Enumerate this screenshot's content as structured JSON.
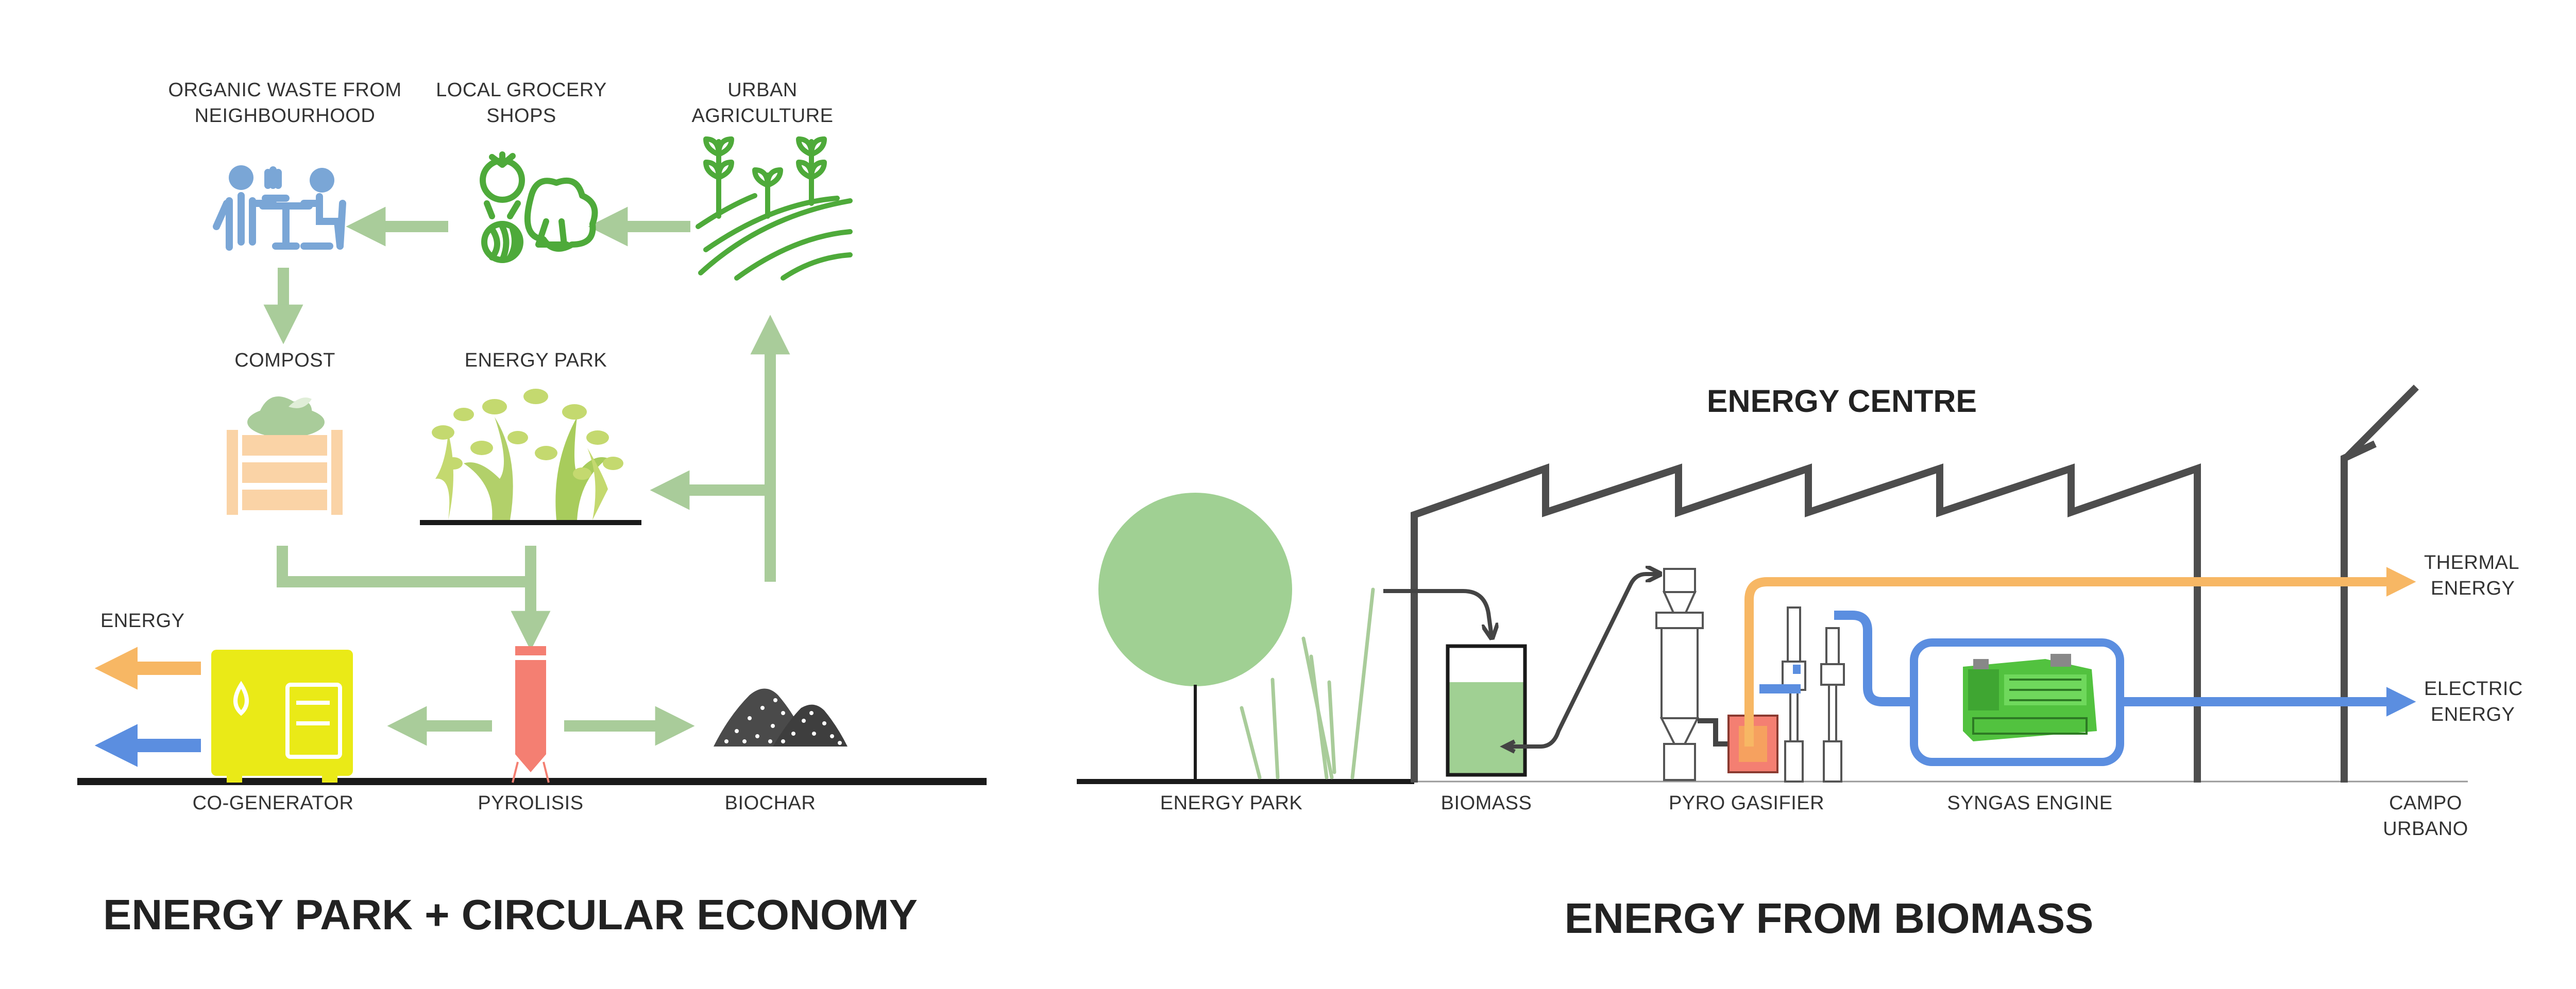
{
  "left_panel": {
    "title": "ENERGY PARK + CIRCULAR ECONOMY",
    "nodes": {
      "organic_waste": [
        "ORGANIC WASTE FROM",
        "NEIGHBOURHOOD"
      ],
      "grocery": [
        "LOCAL GROCERY",
        "SHOPS"
      ],
      "urban_agriculture": [
        "URBAN",
        "AGRICULTURE"
      ],
      "compost": "COMPOST",
      "energy_park": "ENERGY PARK",
      "energy": "ENERGY",
      "co_generator": "CO-GENERATOR",
      "pyrolisis": "PYROLISIS",
      "biochar": "BIOCHAR"
    }
  },
  "right_panel": {
    "title": "ENERGY FROM BIOMASS",
    "building_title": "ENERGY CENTRE",
    "labels": {
      "energy_park": "ENERGY PARK",
      "biomass": "BIOMASS",
      "pyro_gasifier": "PYRO GASIFIER",
      "syngas_engine": "SYNGAS ENGINE",
      "campo_urbano": [
        "CAMPO",
        "URBANO"
      ],
      "thermal_energy": [
        "THERMAL",
        "ENERGY"
      ],
      "electric_energy": [
        "ELECTRIC",
        "ENERGY"
      ]
    }
  },
  "colors": {
    "flow_green": "#a9cc9a",
    "thermal": "#f7b764",
    "electric": "#5b8ee0",
    "grocery_green": "#4eaa3a",
    "people_blue": "#7aa6d6",
    "compost_orange": "#fad3a6",
    "tree_green": "#a0d093",
    "pyrolysis_red": "#f47f72",
    "cogen_yellow": "#eaea17",
    "engine_green": "#52c23f",
    "building_grey": "#4d4d4d"
  },
  "icons": [
    "restaurant-people-icon",
    "vegetables-icon",
    "field-sprouts-icon",
    "compost-bin-icon",
    "trees-icon",
    "co-generator-icon",
    "pyrolysis-reactor-icon",
    "biochar-pile-icon",
    "tree-icon",
    "biomass-tank-icon",
    "gasifier-icon",
    "syngas-engine-icon"
  ]
}
